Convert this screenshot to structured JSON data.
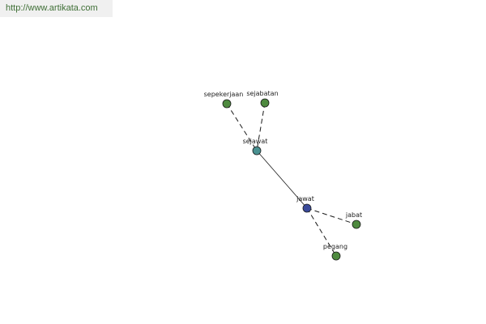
{
  "banner": {
    "url_text": "http://www.artikata.com"
  },
  "graph": {
    "nodes": [
      {
        "id": "sepekerjaan",
        "label": "sepekerjaan",
        "color": "#4e8a3f"
      },
      {
        "id": "sejabatan",
        "label": "sejabatan",
        "color": "#4e8a3f"
      },
      {
        "id": "sejawat",
        "label": "sejawat",
        "color": "#4a9191"
      },
      {
        "id": "jawat",
        "label": "jawat",
        "color": "#3a4a9a"
      },
      {
        "id": "jabat",
        "label": "jabat",
        "color": "#4e8a3f"
      },
      {
        "id": "pegang",
        "label": "pegang",
        "color": "#4e8a3f"
      }
    ],
    "edges": [
      {
        "from": "sepekerjaan",
        "to": "sejawat",
        "style": "dashed"
      },
      {
        "from": "sejabatan",
        "to": "sejawat",
        "style": "dashed"
      },
      {
        "from": "sejawat",
        "to": "jawat",
        "style": "solid"
      },
      {
        "from": "jawat",
        "to": "jabat",
        "style": "dashed"
      },
      {
        "from": "jawat",
        "to": "pegang",
        "style": "dashed"
      }
    ]
  }
}
